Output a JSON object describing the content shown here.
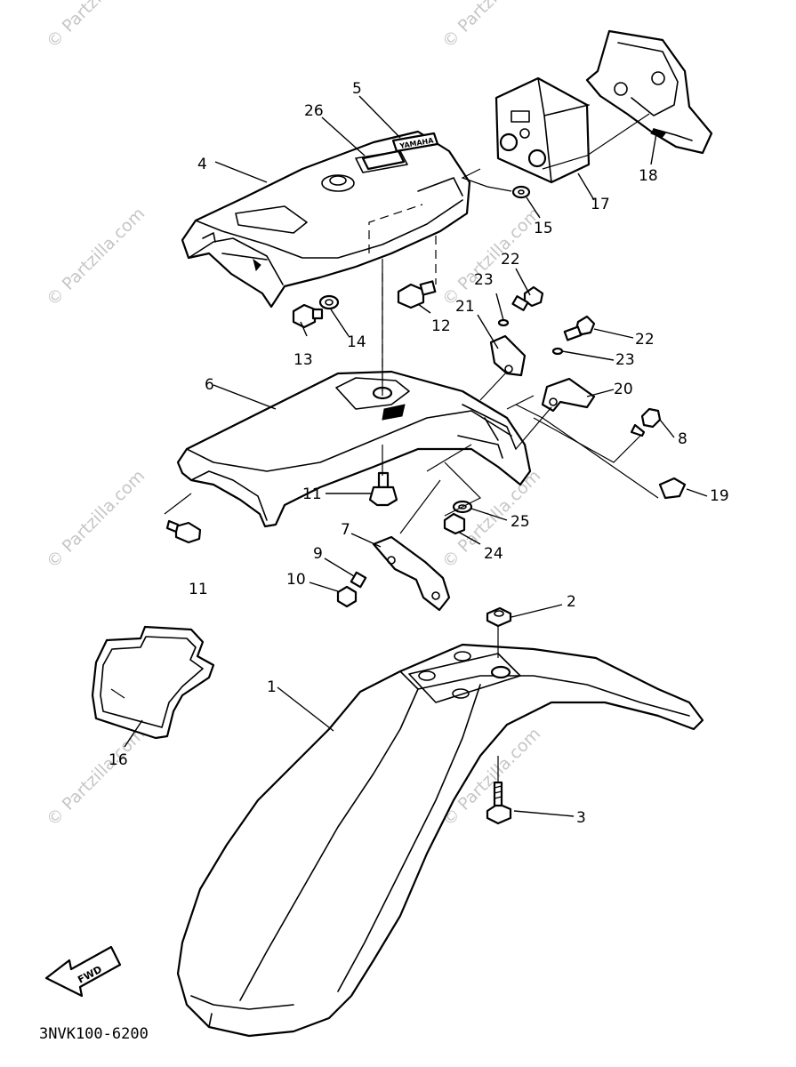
{
  "diagram_code": "3NVK100-6200",
  "watermark_text": "© Partzilla.com",
  "fwd_label": "FWD",
  "emblem_text": "YAMAHA",
  "callouts": {
    "p1": "1",
    "p2": "2",
    "p3": "3",
    "p4": "4",
    "p5": "5",
    "p6": "6",
    "p7": "7",
    "p8": "8",
    "p9": "9",
    "p10": "10",
    "p11a": "11",
    "p11b": "11",
    "p12": "12",
    "p13": "13",
    "p14": "14",
    "p15": "15",
    "p16": "16",
    "p17": "17",
    "p18": "18",
    "p19": "19",
    "p20": "20",
    "p21": "21",
    "p22a": "22",
    "p22b": "22",
    "p23a": "23",
    "p23b": "23",
    "p24": "24",
    "p25": "25",
    "p26": "26"
  }
}
